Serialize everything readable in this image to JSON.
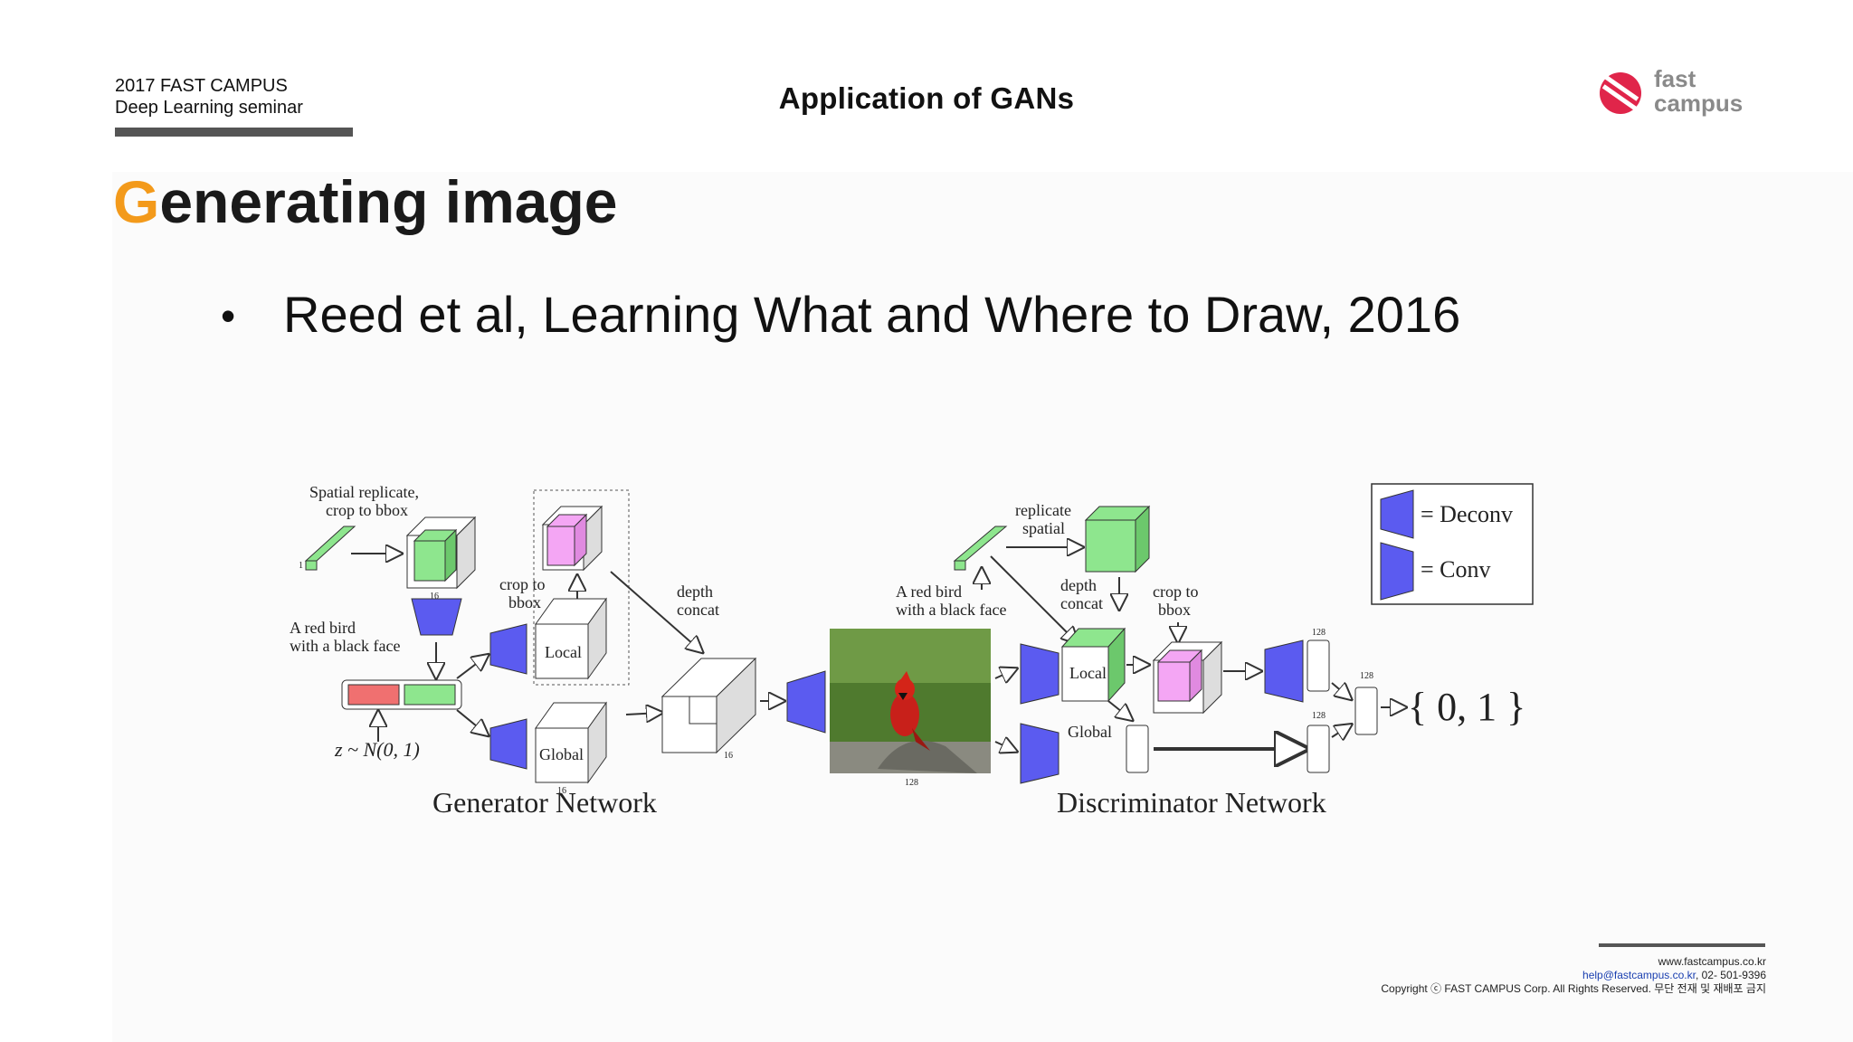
{
  "header": {
    "org_line1": "2017 FAST CAMPUS",
    "org_line2": "Deep Learning seminar",
    "title": "Application of GANs",
    "logo_line1": "fast",
    "logo_line2": "campus"
  },
  "slide": {
    "title_initial": "G",
    "title_rest": "enerating image",
    "bullet": "Reed et al, Learning What and Where to Draw, 2016"
  },
  "diagram": {
    "spatial_replicate_l1": "Spatial replicate,",
    "spatial_replicate_l2": "crop to bbox",
    "text_l1": "A red bird",
    "text_l2": "with a black face",
    "noise": "z ~ N(0, 1)",
    "crop_l1": "crop to",
    "crop_l2": "bbox",
    "depth_l1": "depth",
    "depth_l2": "concat",
    "local": "Local",
    "global": "Global",
    "gen_title": "Generator Network",
    "disc_title": "Discriminator Network",
    "replicate_l1": "replicate",
    "replicate_l2": "spatial",
    "legend_deconv": "= Deconv",
    "legend_conv": "= Conv",
    "output": "{ 0, 1 }",
    "dim_1": "1",
    "dim_16": "16",
    "dim_128": "128"
  },
  "footer": {
    "website": "www.fastcampus.co.kr",
    "email": "help@fastcampus.co.kr",
    "phone": ", 02- 501-9396",
    "copyright": "Copyright ⓒ FAST CAMPUS Corp.  All Rights Reserved. 무단 전재 및 재배포 금지"
  },
  "colors": {
    "accent": "#f39a1b",
    "conv_blue": "#5b5bf0",
    "green": "#8ee68e",
    "pink": "#f4a6f4",
    "red_bar": "#f07070",
    "logo_red": "#e0254a"
  }
}
